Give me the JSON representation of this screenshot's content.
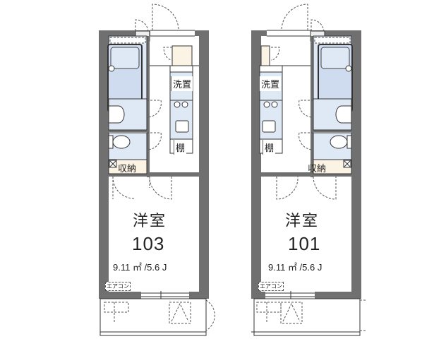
{
  "units": [
    {
      "id": "left",
      "room_label": "洋室",
      "room_number": "103",
      "area": "9.11 ㎡ /5.6 J",
      "closet_label": "収納",
      "laundry_label": "洗置",
      "shelf_label": "棚",
      "aircon_label": "エアコン"
    },
    {
      "id": "right",
      "room_label": "洋室",
      "room_number": "101",
      "area": "9.11 ㎡ /5.6 J",
      "closet_label": "収納",
      "laundry_label": "洗置",
      "shelf_label": "棚",
      "aircon_label": "エアコン"
    }
  ],
  "colors": {
    "wall": "#707070",
    "wet_area": "#dfe8f5",
    "shoe_box": "#fbf3e4",
    "line": "#333333"
  }
}
